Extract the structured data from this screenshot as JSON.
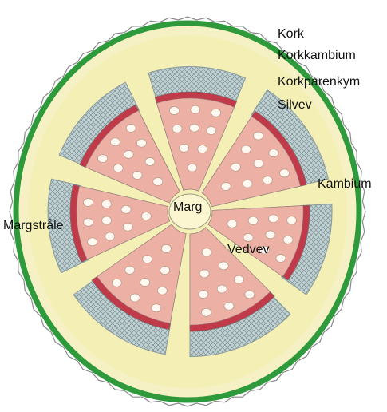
{
  "labels": {
    "kork": "Kork",
    "korkkambium": "Korkkambium",
    "korkparenkym": "Korkparenkym",
    "silvev": "Silvev",
    "kambium": "Kambium",
    "marg": "Marg",
    "margstrale": "Margstråle",
    "vedvev": "Vedvev"
  },
  "colors": {
    "kork": "#2e9a3c",
    "korkparenkym": "#f4f0b8",
    "silvev": "#b8c8cc",
    "kambium": "#c03a4a",
    "vedvev": "#ecb0a4",
    "marg": "#fbf6d0"
  }
}
